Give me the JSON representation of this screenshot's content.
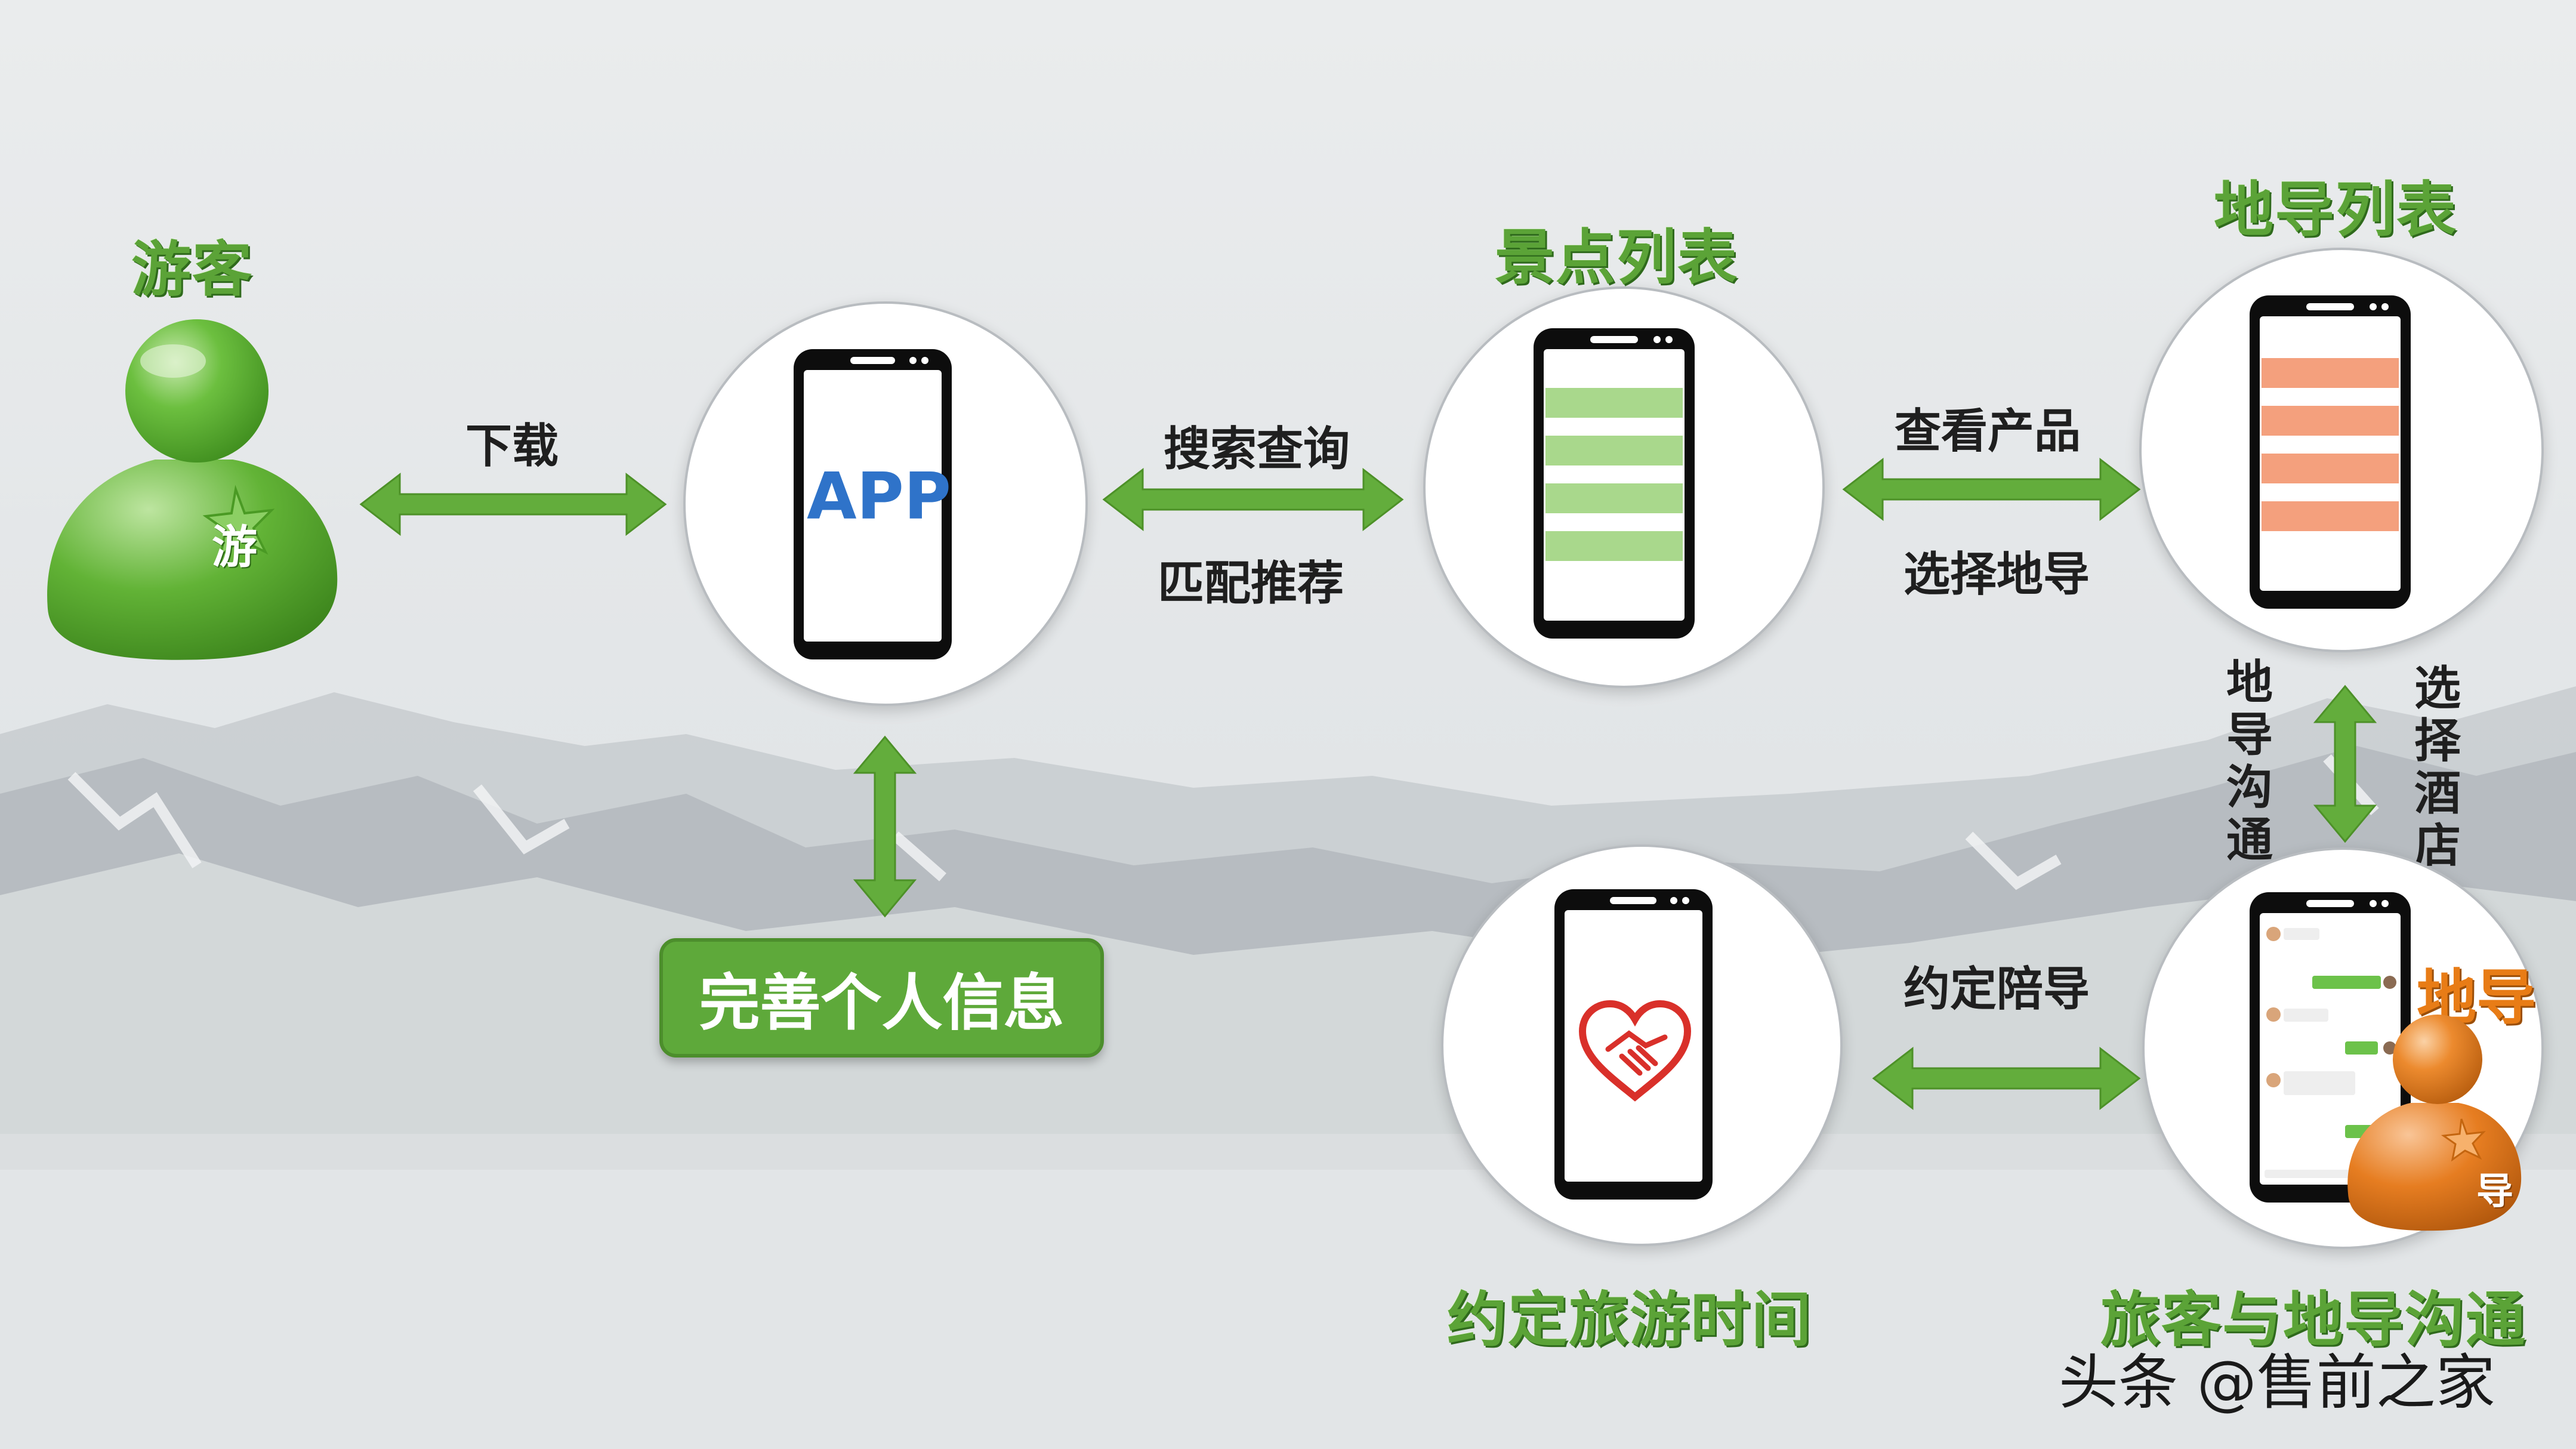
{
  "nodes": {
    "tourist": {
      "title": "游客",
      "badge": "游"
    },
    "app": {
      "screen_text": "APP"
    },
    "spots": {
      "title": "景点列表"
    },
    "guides": {
      "title": "地导列表"
    },
    "schedule": {
      "title": "约定旅游时间"
    },
    "chat": {
      "title": "旅客与地导沟通"
    },
    "guide_person": {
      "title": "地导",
      "badge": "导"
    }
  },
  "edges": {
    "download": "下载",
    "search": "搜索查询",
    "match": "匹配推荐",
    "view_products": "查看产品",
    "choose_guide": "选择地导",
    "guide_contact": "地导沟通",
    "choose_hotel": "选择酒店",
    "book_guide": "约定陪导"
  },
  "action_box": {
    "label": "完善个人信息"
  },
  "watermark": "头条 @售前之家",
  "colors": {
    "green": "#5ba337",
    "orange": "#e87c16",
    "app_blue": "#2f73c9",
    "list_green": "#a9d88c",
    "list_orange": "#f4a07d"
  }
}
